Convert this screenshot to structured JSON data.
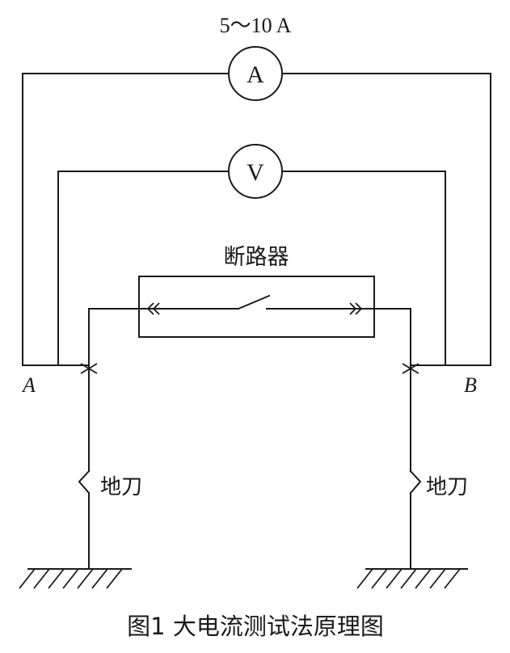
{
  "current_label": "5～10 A",
  "ammeter_symbol": "A",
  "voltmeter_symbol": "V",
  "breaker_label": "断路器",
  "point_a": "A",
  "point_b": "B",
  "earth_switch_left": "地刀",
  "earth_switch_right": "地刀",
  "caption": "图1 大电流测试法原理图"
}
